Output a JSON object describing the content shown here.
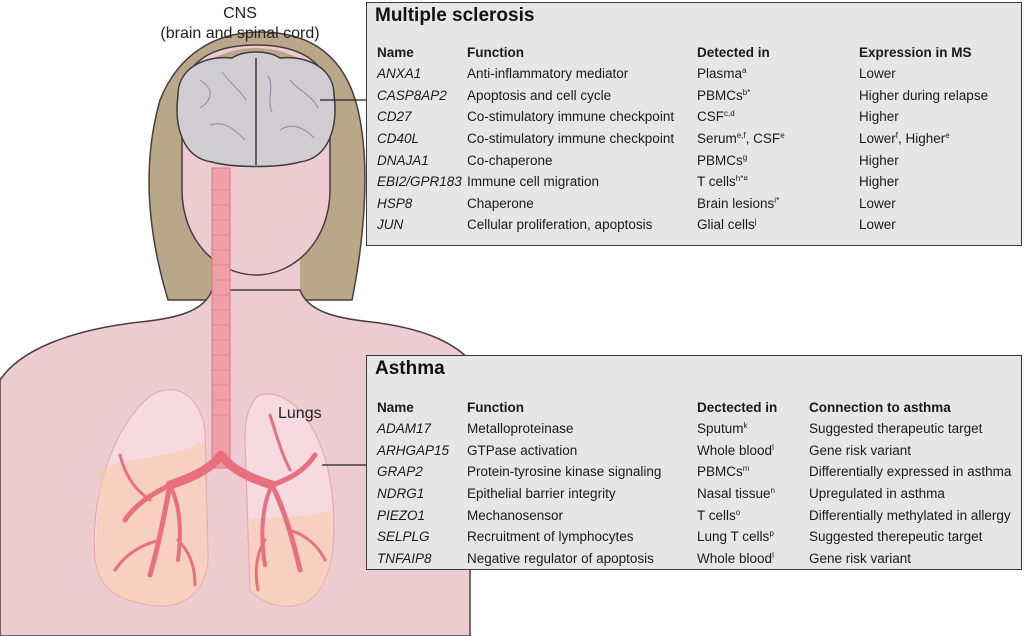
{
  "labels": {
    "cns": "CNS",
    "cns_sub": "(brain and spinal cord)",
    "lungs": "Lungs"
  },
  "ms": {
    "title": "Multiple sclerosis",
    "headers": [
      "Name",
      "Function",
      "Detected in",
      "Expression in MS"
    ],
    "rows": [
      {
        "name": "ANXA1",
        "function": "Anti-inflammatory mediator",
        "detected": [
          {
            "t": "Plasma",
            "s": "a"
          }
        ],
        "expr": [
          {
            "t": "Lower",
            "s": ""
          }
        ]
      },
      {
        "name": "CASP8AP2",
        "function": "Apoptosis and cell cycle",
        "detected": [
          {
            "t": "PBMCs",
            "s": "b*"
          }
        ],
        "expr": [
          {
            "t": "Higher during relapse",
            "s": ""
          }
        ]
      },
      {
        "name": "CD27",
        "function": "Co-stimulatory immune checkpoint",
        "detected": [
          {
            "t": "CSF",
            "s": "c,d"
          }
        ],
        "expr": [
          {
            "t": "Higher",
            "s": ""
          }
        ]
      },
      {
        "name": "CD40L",
        "function": "Co-stimulatory immune checkpoint",
        "detected": [
          {
            "t": "Serum",
            "s": "e,f"
          },
          {
            "t": ", CSF",
            "s": "e"
          }
        ],
        "expr": [
          {
            "t": "Lower",
            "s": "f"
          },
          {
            "t": ", Higher",
            "s": "e"
          }
        ]
      },
      {
        "name": "DNAJA1",
        "function": "Co-chaperone",
        "detected": [
          {
            "t": "PBMCs",
            "s": "g"
          }
        ],
        "expr": [
          {
            "t": "Higher",
            "s": ""
          }
        ]
      },
      {
        "name": "EBI2/GPR183",
        "function": "Immune cell migration",
        "detected": [
          {
            "t": "T cells",
            "s": "h*¤"
          }
        ],
        "expr": [
          {
            "t": "Higher",
            "s": ""
          }
        ]
      },
      {
        "name": "HSP8",
        "function": "Chaperone",
        "detected": [
          {
            "t": "Brain lesions",
            "s": "i*"
          }
        ],
        "expr": [
          {
            "t": "Lower",
            "s": ""
          }
        ]
      },
      {
        "name": "JUN",
        "function": "Cellular proliferation, apoptosis",
        "detected": [
          {
            "t": "Glial cells",
            "s": "j"
          }
        ],
        "expr": [
          {
            "t": "Lower",
            "s": ""
          }
        ]
      }
    ]
  },
  "asthma": {
    "title": "Asthma",
    "headers": [
      "Name",
      "Function",
      "Dectected in",
      "Connection to asthma"
    ],
    "rows": [
      {
        "name": "ADAM17",
        "function": "Metalloproteinase",
        "detected": [
          {
            "t": "Sputum",
            "s": "k"
          }
        ],
        "expr": [
          {
            "t": "Suggested therapeutic target",
            "s": ""
          }
        ]
      },
      {
        "name": "ARHGAP15",
        "function": "GTPase activation",
        "detected": [
          {
            "t": "Whole blood",
            "s": "l"
          }
        ],
        "expr": [
          {
            "t": "Gene risk variant",
            "s": ""
          }
        ]
      },
      {
        "name": "GRAP2",
        "function": "Protein-tyrosine kinase signaling",
        "detected": [
          {
            "t": "PBMCs",
            "s": "m"
          }
        ],
        "expr": [
          {
            "t": "Differentially expressed in asthma",
            "s": ""
          }
        ]
      },
      {
        "name": "NDRG1",
        "function": "Epithelial barrier integrity",
        "detected": [
          {
            "t": "Nasal tissue",
            "s": "n"
          }
        ],
        "expr": [
          {
            "t": "Upregulated in asthma",
            "s": ""
          }
        ]
      },
      {
        "name": "PIEZO1",
        "function": "Mechanosensor",
        "detected": [
          {
            "t": "T cells",
            "s": "o"
          }
        ],
        "expr": [
          {
            "t": "Differentially methylated in allergy",
            "s": ""
          }
        ]
      },
      {
        "name": "SELPLG",
        "function": "Recruitment of lymphocytes",
        "detected": [
          {
            "t": "Lung T cells",
            "s": "p"
          }
        ],
        "expr": [
          {
            "t": "Suggested therepeutic target",
            "s": ""
          }
        ]
      },
      {
        "name": "TNFAIP8",
        "function": "Negative regulator of apoptosis",
        "detected": [
          {
            "t": "Whole blood",
            "s": "l"
          }
        ],
        "expr": [
          {
            "t": "Gene risk variant",
            "s": ""
          }
        ]
      }
    ]
  },
  "colors": {
    "skin": "#eccbd1",
    "skin_outline": "#4a3c40",
    "hair": "#b9a78a",
    "brain": "#cfcdd2",
    "trachea": "#f2a0a8",
    "lung_fill": "#f6dadf",
    "lung_lobe": "#f7c9a6",
    "bronchi": "#e8707e",
    "panel_bg": "#e6e6e6"
  }
}
